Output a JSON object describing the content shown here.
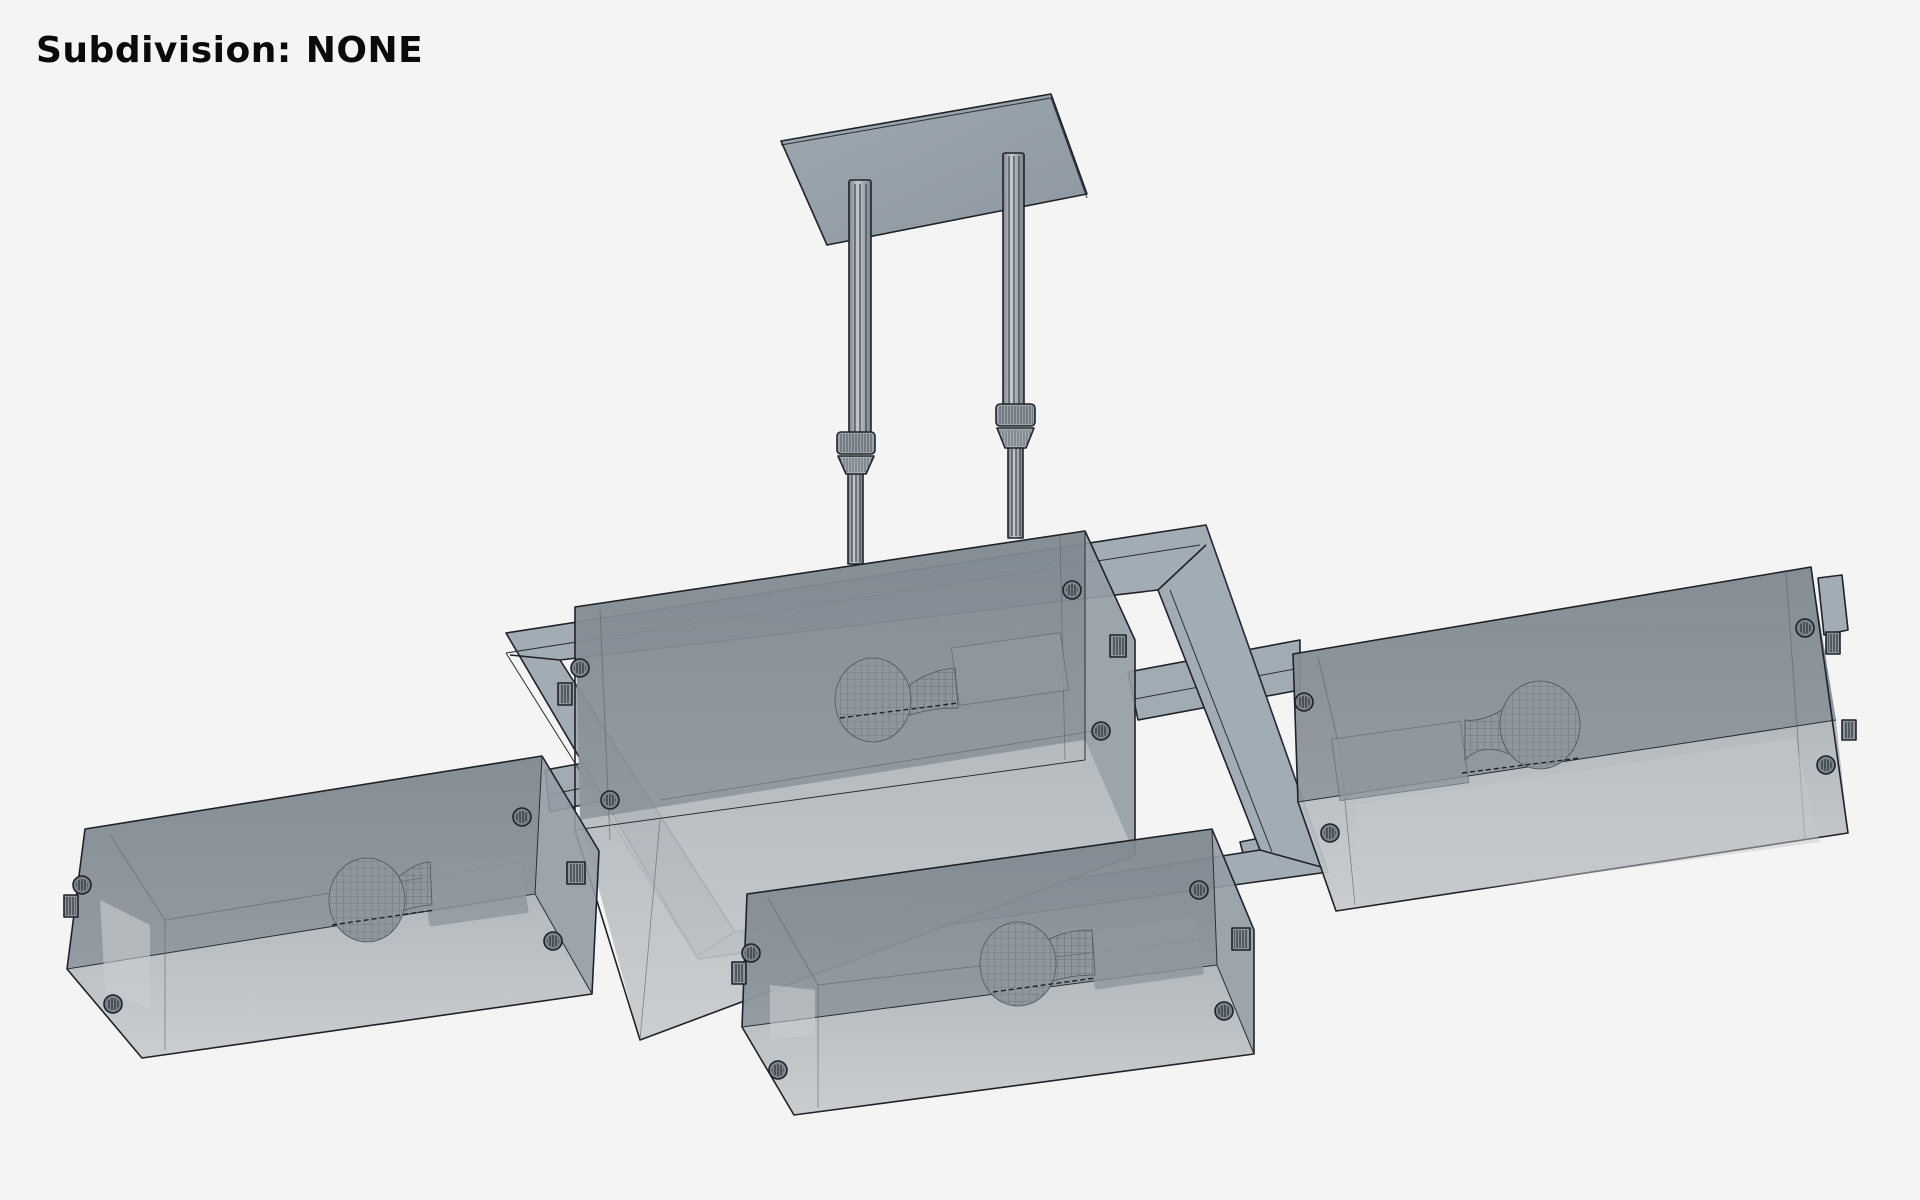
{
  "label": {
    "prefix": "Subdivision:",
    "value": "NONE"
  },
  "scene": {
    "subject": "pendant-chandelier-wireframe",
    "shade_count": 4,
    "colors": {
      "background": "#f4f4f4",
      "metal": "#a3adb5",
      "glass_back": "#878f97",
      "glass_bottom": "#bcc1c5",
      "edge": "#1f2328"
    }
  }
}
